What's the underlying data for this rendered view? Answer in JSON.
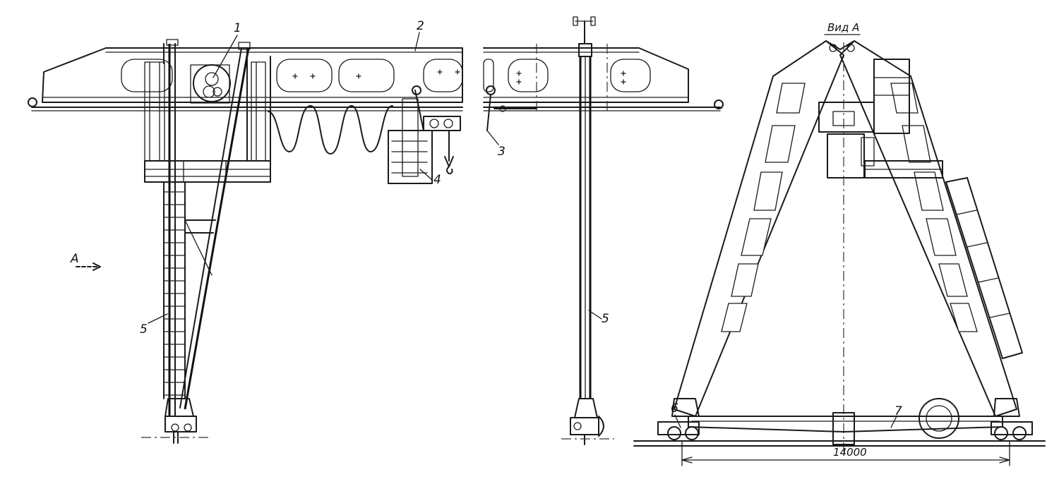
{
  "callouts": {
    "c1": "1",
    "c2": "2",
    "c3": "3",
    "c4": "4",
    "c5_left": "5",
    "c5_mid": "5",
    "c6": "6",
    "c7": "7"
  },
  "view_arrow_label": "A",
  "view_title": "Вид А",
  "span_dimension": "14000"
}
